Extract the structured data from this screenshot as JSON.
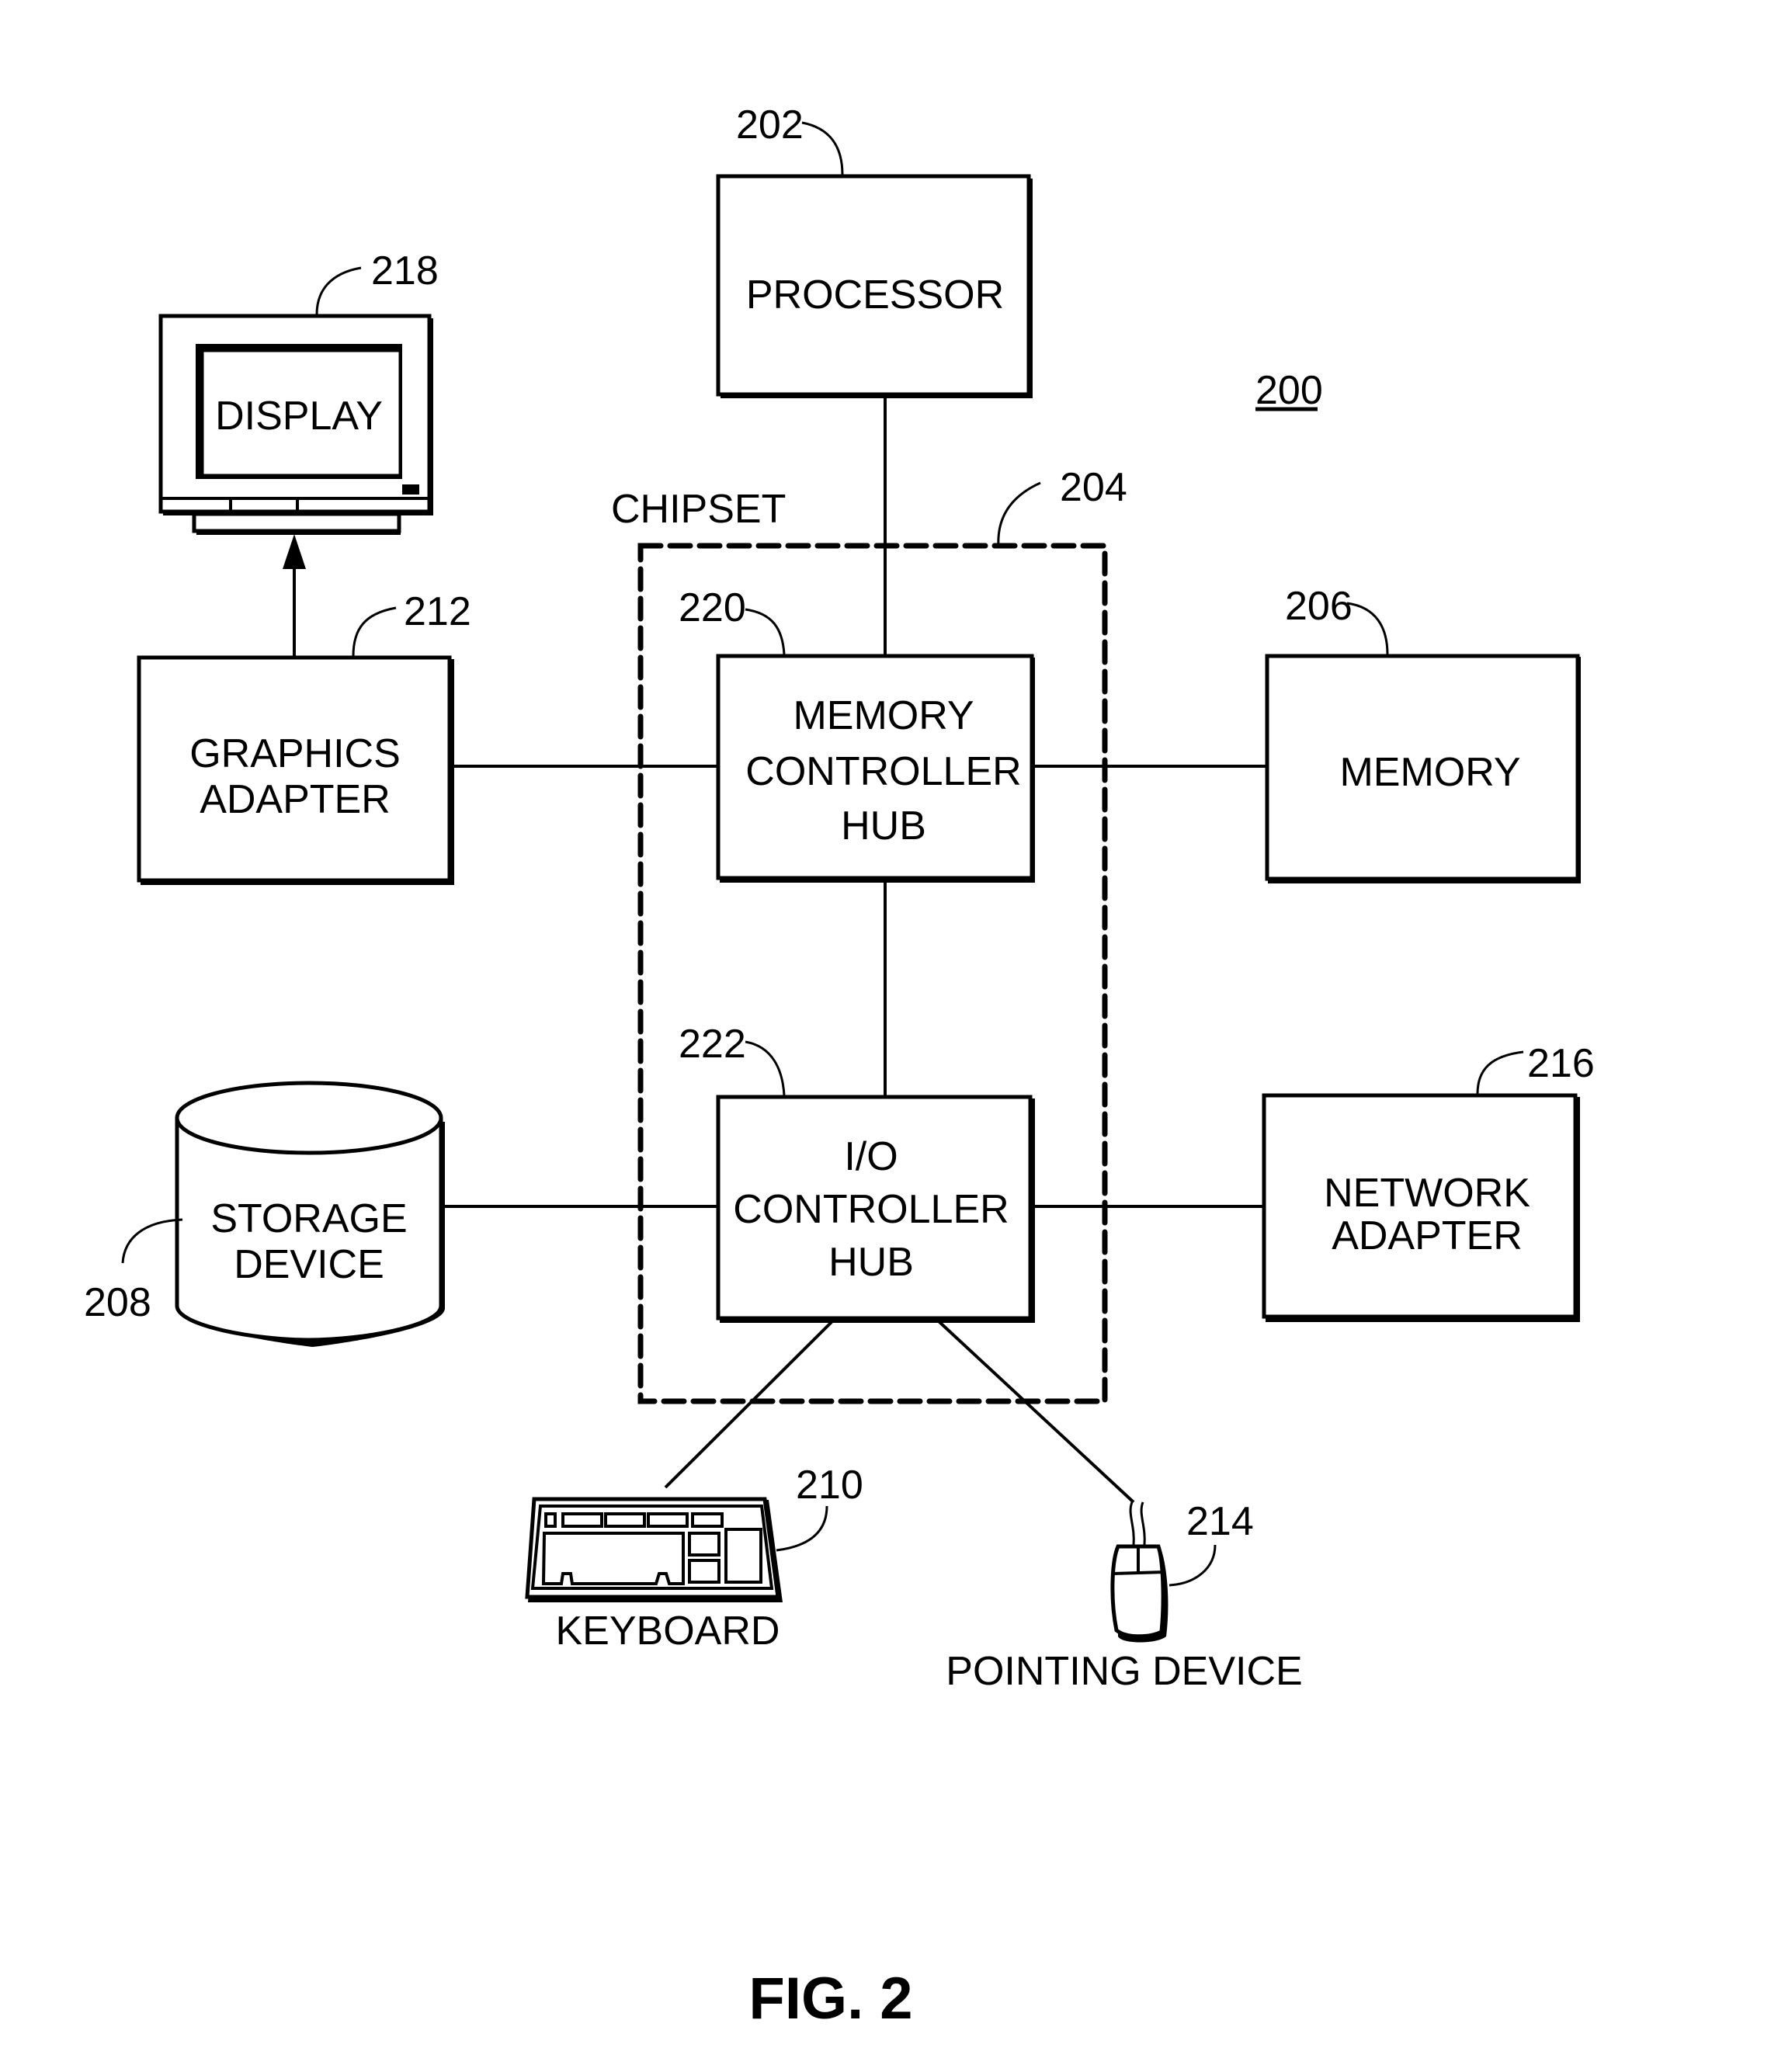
{
  "figure": {
    "caption": "FIG. 2",
    "reference": "200",
    "colors": {
      "ink": "#000000",
      "background": "#ffffff"
    }
  },
  "components": {
    "processor": {
      "ref": "202",
      "lines": [
        "PROCESSOR"
      ]
    },
    "chipset": {
      "ref": "204",
      "label": "CHIPSET"
    },
    "memory_controller_hub": {
      "ref": "220",
      "lines": [
        "MEMORY",
        "CONTROLLER",
        "HUB"
      ]
    },
    "io_controller_hub": {
      "ref": "222",
      "lines": [
        "I/O",
        "CONTROLLER",
        "HUB"
      ]
    },
    "memory": {
      "ref": "206",
      "lines": [
        "MEMORY"
      ]
    },
    "graphics_adapter": {
      "ref": "212",
      "lines": [
        "GRAPHICS",
        "ADAPTER"
      ]
    },
    "display": {
      "ref": "218",
      "lines": [
        "DISPLAY"
      ]
    },
    "storage_device": {
      "ref": "208",
      "lines": [
        "STORAGE",
        "DEVICE"
      ]
    },
    "network_adapter": {
      "ref": "216",
      "lines": [
        "NETWORK",
        "ADAPTER"
      ]
    },
    "keyboard": {
      "ref": "210",
      "label": "KEYBOARD"
    },
    "pointing_device": {
      "ref": "214",
      "label": "POINTING DEVICE"
    }
  },
  "connections": [
    {
      "from": "processor",
      "to": "memory_controller_hub"
    },
    {
      "from": "graphics_adapter",
      "to": "memory_controller_hub"
    },
    {
      "from": "memory_controller_hub",
      "to": "memory"
    },
    {
      "from": "memory_controller_hub",
      "to": "io_controller_hub"
    },
    {
      "from": "storage_device",
      "to": "io_controller_hub"
    },
    {
      "from": "io_controller_hub",
      "to": "network_adapter"
    },
    {
      "from": "io_controller_hub",
      "to": "keyboard"
    },
    {
      "from": "io_controller_hub",
      "to": "pointing_device"
    },
    {
      "from": "graphics_adapter",
      "to": "display",
      "arrow": true
    }
  ]
}
